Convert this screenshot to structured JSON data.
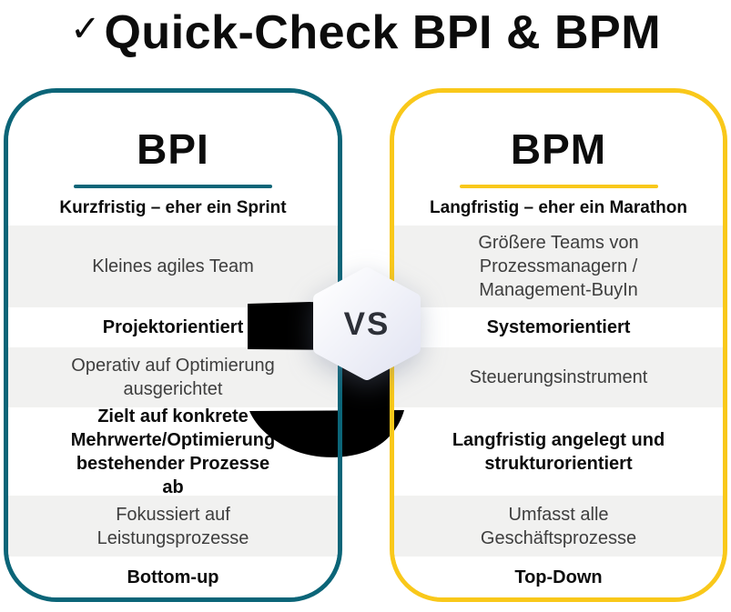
{
  "title": {
    "check_icon": "✓",
    "text": "Quick-Check BPI & BPM"
  },
  "vs_badge": {
    "label": "VS"
  },
  "colors": {
    "teal": "#0b6578",
    "yellow": "#f9c81a",
    "row_gray": "#f1f1f0",
    "text_dark": "#0c0c0c",
    "text_gray": "#3e3e3e",
    "vs_text": "#2d3038"
  },
  "left_card": {
    "title": "BPI",
    "subtitle": "Kurzfristig – eher ein Sprint",
    "rows": [
      "Kleines agiles Team",
      "Projektorientiert",
      "Operativ auf Optimierung ausgerichtet",
      "Zielt auf konkrete Mehrwerte/Optimierung bestehender Prozesse ab",
      "Fokussiert auf Leistungsprozesse",
      "Bottom-up"
    ]
  },
  "right_card": {
    "title": "BPM",
    "subtitle": "Langfristig – eher ein Marathon",
    "rows": [
      "Größere Teams von Prozessmanagern / Management-BuyIn",
      "Systemorientiert",
      "Steuerungsinstrument",
      "Langfristig angelegt und strukturorientiert",
      "Umfasst alle Geschäftsprozesse",
      "Top-Down"
    ]
  }
}
